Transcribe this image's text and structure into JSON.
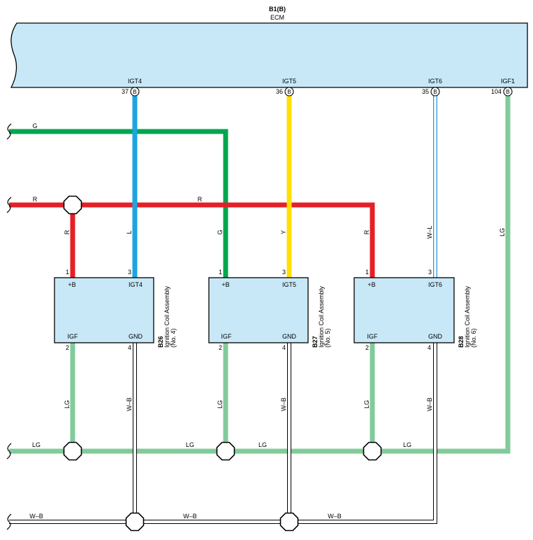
{
  "ecm": {
    "connector_code": "B1(B)",
    "name": "ECM",
    "pins": [
      {
        "terminal": "IGT4",
        "pin": "37",
        "connector": "B"
      },
      {
        "terminal": "IGT5",
        "pin": "36",
        "connector": "B"
      },
      {
        "terminal": "IGT6",
        "pin": "35",
        "connector": "B"
      },
      {
        "terminal": "IGF1",
        "pin": "104",
        "connector": "B"
      }
    ]
  },
  "coils": [
    {
      "code": "B26",
      "name": "Ignition Coil Assembly",
      "number": "(No. 4)",
      "terminals": [
        {
          "label": "+B",
          "pin": "1"
        },
        {
          "label": "IGT4",
          "pin": "3"
        },
        {
          "label": "IGF",
          "pin": "2"
        },
        {
          "label": "GND",
          "pin": "4"
        }
      ]
    },
    {
      "code": "B27",
      "name": "Ignition Coil Assembly",
      "number": "(No. 5)",
      "terminals": [
        {
          "label": "+B",
          "pin": "1"
        },
        {
          "label": "IGT5",
          "pin": "3"
        },
        {
          "label": "IGF",
          "pin": "2"
        },
        {
          "label": "GND",
          "pin": "4"
        }
      ]
    },
    {
      "code": "B28",
      "name": "Ignition Coil Assembly",
      "number": "(No. 6)",
      "terminals": [
        {
          "label": "+B",
          "pin": "1"
        },
        {
          "label": "IGT6",
          "pin": "3"
        },
        {
          "label": "IGF",
          "pin": "2"
        },
        {
          "label": "GND",
          "pin": "4"
        }
      ]
    }
  ],
  "wires": [
    {
      "code": "G",
      "color": "#00a650"
    },
    {
      "code": "R",
      "color": "#e42027"
    },
    {
      "code": "L",
      "color": "#1ca5e0"
    },
    {
      "code": "Y",
      "color": "#ffe000"
    },
    {
      "code": "W–L",
      "color": "#ffffff",
      "stripe_color": "#2b9ad6"
    },
    {
      "code": "LG",
      "color": "#80cb9b"
    },
    {
      "code": "W–B",
      "color": "#ffffff",
      "stripe_color": "#000000"
    }
  ],
  "colors": {
    "component_fill": "#c8e8f7"
  }
}
